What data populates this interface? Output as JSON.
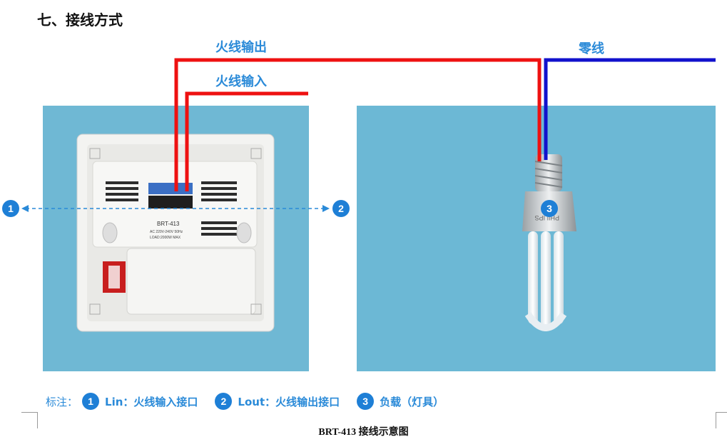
{
  "heading": "七、接线方式",
  "wire_labels": {
    "live_out": "火线输出",
    "live_in": "火线输入",
    "neutral": "零线"
  },
  "device": {
    "model": "BRT-413",
    "rating": "AC 220V-240V 50Hz",
    "load": "LOAD:2000W MAX"
  },
  "bulb": {
    "brand": "PHILIPS"
  },
  "markers": [
    "1",
    "2",
    "3"
  ],
  "legend": {
    "prefix": "标注：",
    "items": [
      {
        "num": "1",
        "text": "Lin：火线输入接口"
      },
      {
        "num": "2",
        "text": "Lout：火线输出接口"
      },
      {
        "num": "3",
        "text": "负载（灯具）"
      }
    ]
  },
  "caption": "BRT-413 接线示意图",
  "colors": {
    "live": "#ee1111",
    "neutral": "#1111cc",
    "accent": "#2a8ad8",
    "marker": "#1e7fd6"
  }
}
